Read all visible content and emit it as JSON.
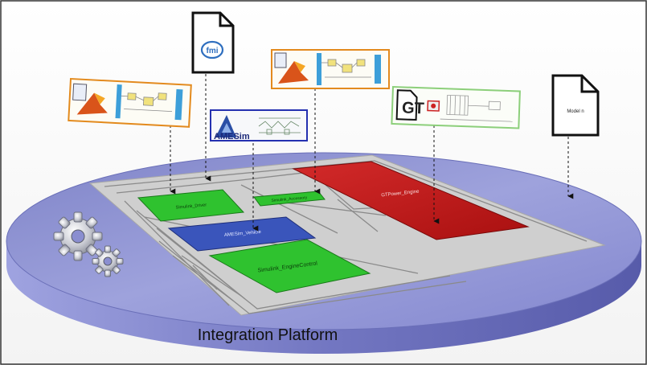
{
  "platform": {
    "label": "Integration Platform",
    "disc_color": "#8a8ed0"
  },
  "blocks": [
    {
      "id": "driver",
      "label": "Simulink_Driver",
      "color": "#2fc22f"
    },
    {
      "id": "accessory",
      "label": "Simulink_Accessory",
      "color": "#2fc22f"
    },
    {
      "id": "vehicle",
      "label": "AMESim_Vehicle",
      "color": "#3a55bb"
    },
    {
      "id": "engine-control",
      "label": "Simulink_EngineControl",
      "color": "#2fc22f"
    },
    {
      "id": "engine",
      "label": "GTPower_Engine",
      "color": "#c41a1a"
    }
  ],
  "tools": [
    {
      "id": "matlab-1",
      "type": "matlab-simulink"
    },
    {
      "id": "fmi",
      "type": "fmi"
    },
    {
      "id": "amesim",
      "type": "amesim",
      "label": "AMESim"
    },
    {
      "id": "matlab-2",
      "type": "matlab-simulink"
    },
    {
      "id": "gt",
      "type": "gt-power",
      "label": "GT"
    },
    {
      "id": "model-n",
      "type": "document",
      "label": "Model n"
    }
  ]
}
